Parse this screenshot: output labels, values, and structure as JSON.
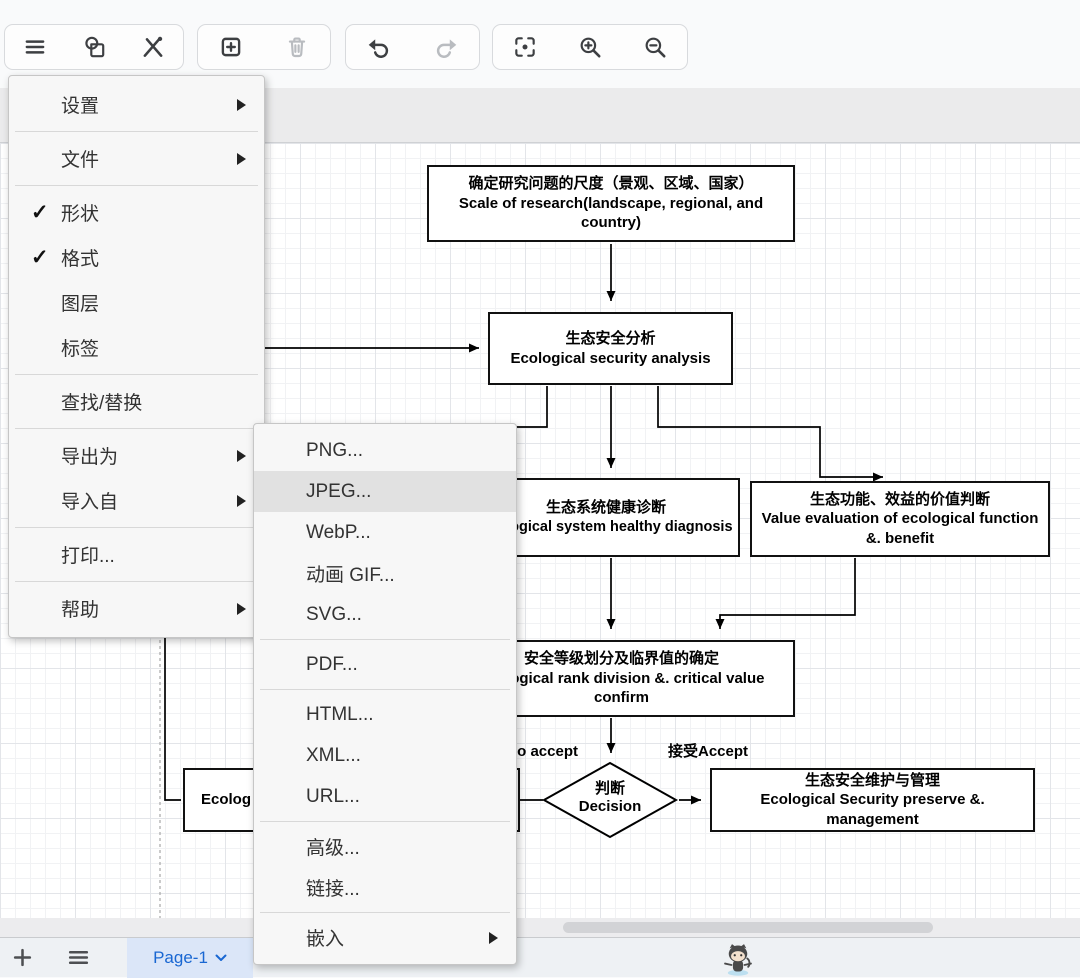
{
  "toolbar": {
    "groups": [
      {
        "buttons": [
          {
            "icon": "hamburger-menu-icon",
            "disabled": false
          },
          {
            "icon": "shapes-icon",
            "disabled": false
          },
          {
            "icon": "sketch-edit-icon",
            "disabled": false
          }
        ]
      },
      {
        "buttons": [
          {
            "icon": "add-page-icon",
            "disabled": false
          },
          {
            "icon": "trash-icon",
            "disabled": true
          }
        ]
      },
      {
        "buttons": [
          {
            "icon": "undo-icon",
            "disabled": false
          },
          {
            "icon": "redo-icon",
            "disabled": true
          }
        ]
      },
      {
        "buttons": [
          {
            "icon": "fit-page-icon",
            "disabled": false
          },
          {
            "icon": "zoom-in-icon",
            "disabled": false
          },
          {
            "icon": "zoom-out-icon",
            "disabled": false
          }
        ]
      }
    ]
  },
  "main_menu": {
    "items": [
      {
        "label": "设置",
        "has_submenu": true
      },
      {
        "label": "文件",
        "has_submenu": true
      },
      {
        "label": "形状",
        "checked": true
      },
      {
        "label": "格式",
        "checked": true
      },
      {
        "label": "图层"
      },
      {
        "label": "标签"
      },
      {
        "label": "查找/替换"
      },
      {
        "label": "导出为",
        "has_submenu": true
      },
      {
        "label": "导入自",
        "has_submenu": true
      },
      {
        "label": "打印..."
      },
      {
        "label": "帮助",
        "has_submenu": true
      }
    ]
  },
  "export_submenu": {
    "highlighted_item": "JPEG...",
    "items": [
      {
        "label": "PNG..."
      },
      {
        "label": "JPEG...",
        "highlighted": true
      },
      {
        "label": "WebP..."
      },
      {
        "label": "动画 GIF..."
      },
      {
        "label": "SVG..."
      },
      {
        "label": "PDF..."
      },
      {
        "label": "HTML..."
      },
      {
        "label": "XML..."
      },
      {
        "label": "URL..."
      },
      {
        "label": "高级..."
      },
      {
        "label": "链接..."
      },
      {
        "label": "嵌入",
        "has_submenu": true
      }
    ]
  },
  "footer": {
    "page_tab": {
      "label": "Page-1"
    },
    "icons": [
      "add-page-icon",
      "pages-list-icon",
      "chevron-down-icon",
      "github-octocat"
    ]
  },
  "diagram": {
    "nodes": {
      "scale": {
        "zh": "确定研究问题的尺度（景观、区域、国家）",
        "en": "Scale of research(landscape, regional, and country)"
      },
      "analysis": {
        "zh": "生态安全分析",
        "en": "Ecological security analysis"
      },
      "diagnosis": {
        "zh": "生态系统健康诊断",
        "en": "Ecological system healthy diagnosis"
      },
      "value": {
        "zh": "生态功能、效益的价值判断",
        "en": "Value evaluation of ecological function &. benefit"
      },
      "rank": {
        "zh": "安全等级划分及临界值的确定",
        "en": "Ecological rank division &. critical value confirm"
      },
      "decision": {
        "zh": "判断",
        "en": "Decision"
      },
      "management": {
        "zh": "生态安全维护与管理",
        "en": "Ecological Security preserve &. management"
      },
      "partial": {
        "en": "Ecolog"
      }
    },
    "edge_labels": {
      "reject": "不接受not to accept",
      "accept": "接受Accept"
    }
  },
  "colors": {
    "accent_blue": "#1967d2",
    "page_tab_bg": "#dbe6f8",
    "menu_bg": "#f7f7f7",
    "highlight_row": "#e1e1e1",
    "node_border": "#111111",
    "canvas_bg": "#ffffff"
  }
}
